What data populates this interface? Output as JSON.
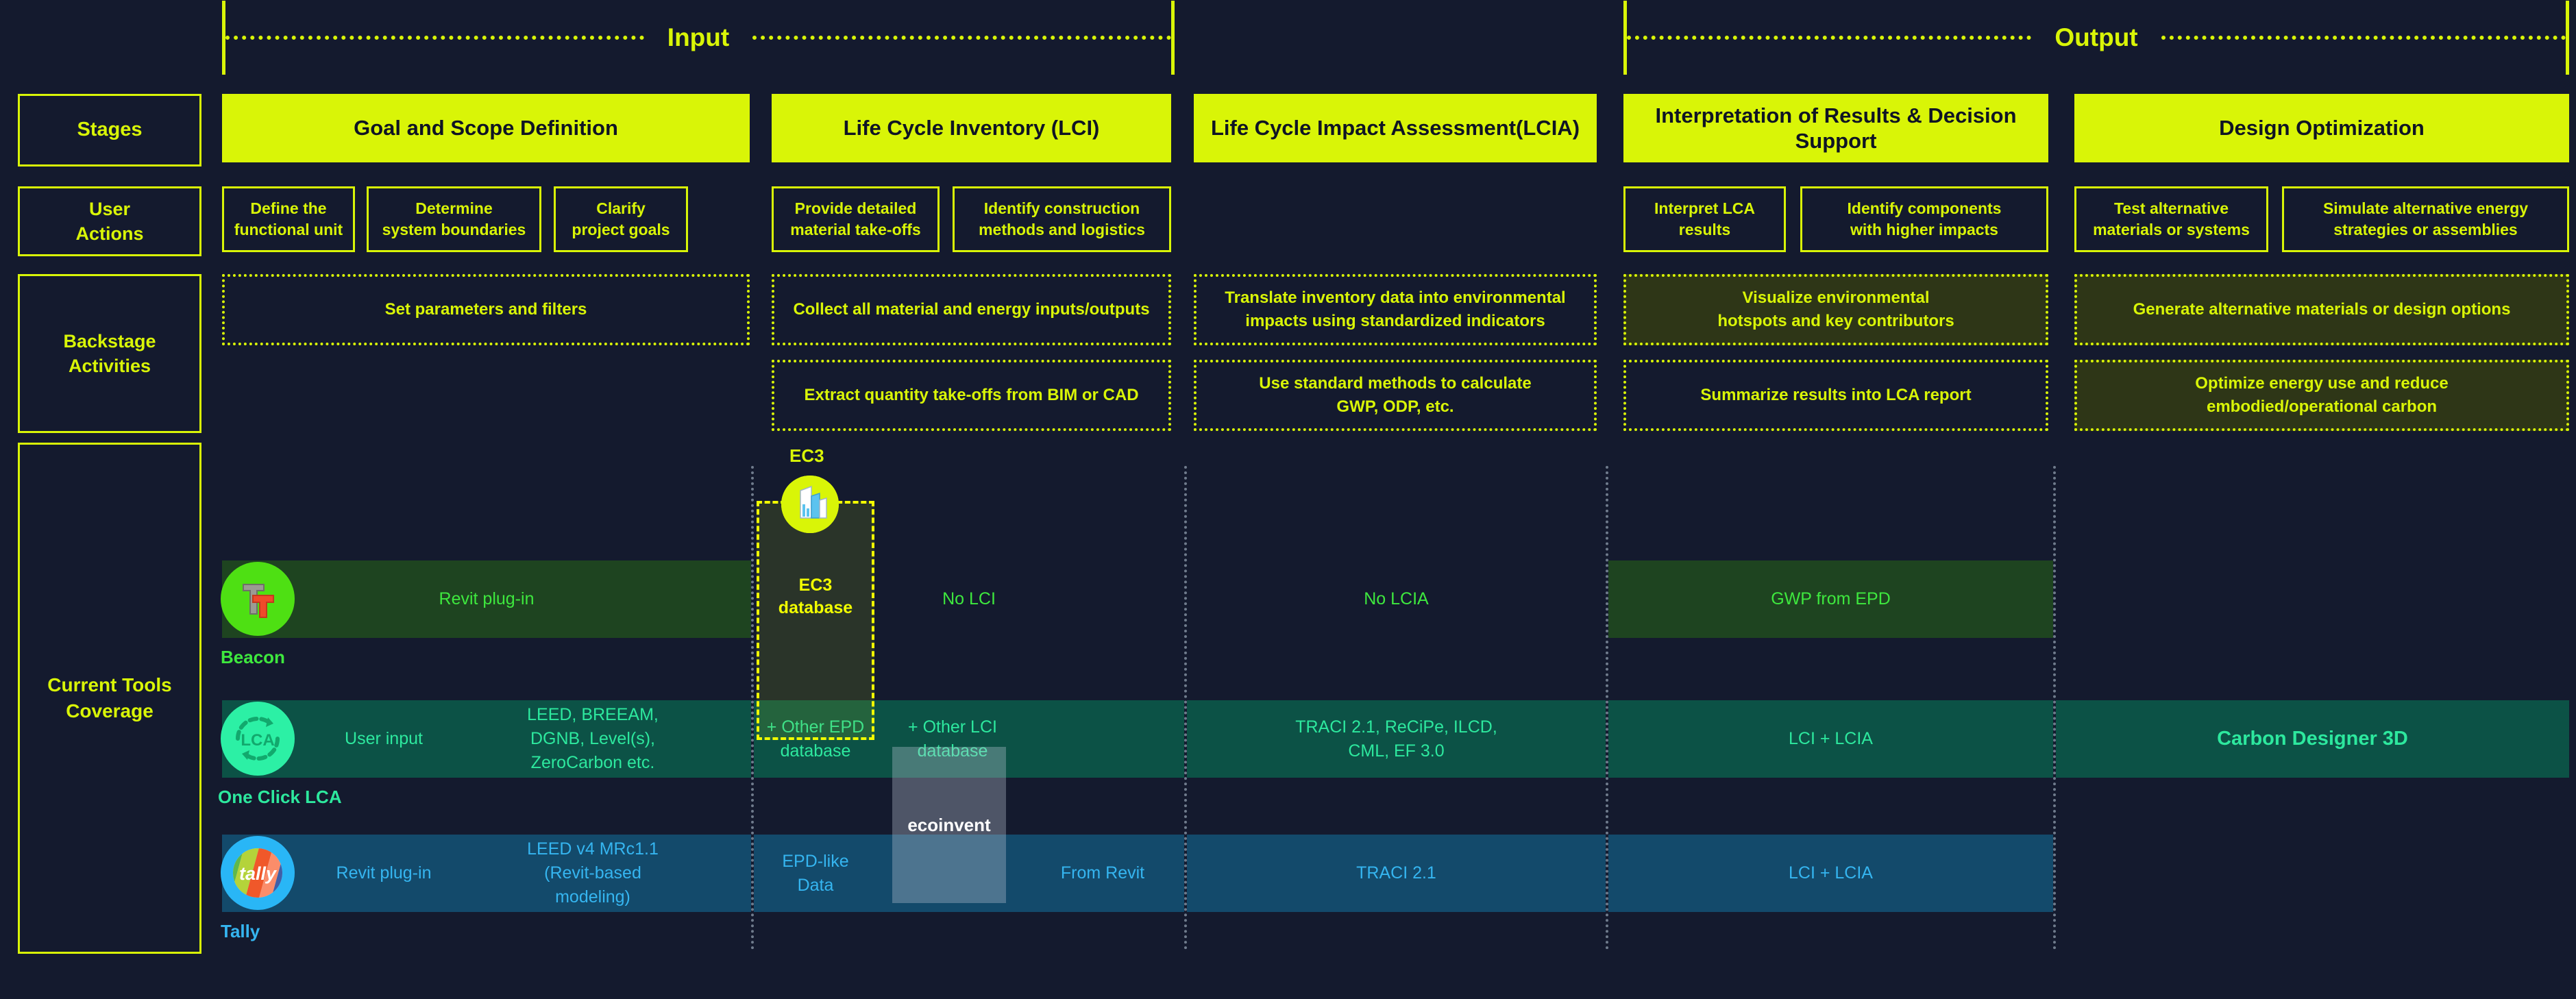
{
  "colors": {
    "background": "#141a2e",
    "accent_yellow": "#d9f507",
    "beacon_green": "#3ee83e",
    "beacon_band": "#1e4420",
    "oneclick_teal": "#2de89e",
    "oneclick_band": "#0c5246",
    "tally_blue": "#35b5f0",
    "tally_band": "#134a6b",
    "ecoinvent_grey": "#bec8d7"
  },
  "rails": [
    {
      "label": "Input"
    },
    {
      "label": "Output"
    }
  ],
  "row_labels": {
    "stages": "Stages",
    "user_actions": "User\nActions",
    "user_actions_l1": "User",
    "user_actions_l2": "Actions",
    "backstage_l1": "Backstage",
    "backstage_l2": "Activities",
    "tools_l1": "Current Tools",
    "tools_l2": "Coverage"
  },
  "stages": [
    {
      "name": "Goal and Scope Definition"
    },
    {
      "name": "Life Cycle Inventory (LCI)"
    },
    {
      "name": "Life Cycle Impact Assessment(LCIA)"
    },
    {
      "name": "Interpretation of Results & Decision Support"
    },
    {
      "name": "Design Optimization"
    }
  ],
  "user_actions": [
    {
      "l1": "Define the",
      "l2": "functional unit"
    },
    {
      "l1": "Determine",
      "l2": "system boundaries"
    },
    {
      "l1": "Clarify",
      "l2": "project goals"
    },
    {
      "l1": "Provide detailed",
      "l2": "material take-offs"
    },
    {
      "l1": "Identify construction",
      "l2": "methods and logistics"
    },
    {
      "l1": "Interpret LCA",
      "l2": "results"
    },
    {
      "l1": "Identify components",
      "l2": "with higher impacts"
    },
    {
      "l1": "Test alternative",
      "l2": "materials or systems"
    },
    {
      "l1": "Simulate alternative energy",
      "l2": "strategies or assemblies"
    }
  ],
  "backstage": [
    {
      "l1": "Set parameters and filters",
      "l2": ""
    },
    {
      "l1": "Collect all material and energy inputs/outputs",
      "l2": ""
    },
    {
      "l1": "Extract quantity take-offs from BIM or CAD",
      "l2": ""
    },
    {
      "l1": "Translate inventory data into environmental",
      "l2": "impacts using standardized indicators"
    },
    {
      "l1": "Use standard methods to calculate",
      "l2": "GWP, ODP, etc."
    },
    {
      "l1": "Visualize environmental",
      "l2": "hotspots and key contributors"
    },
    {
      "l1": "Summarize results into LCA report",
      "l2": ""
    },
    {
      "l1": "Generate alternative materials or design options",
      "l2": ""
    },
    {
      "l1": "Optimize energy use and reduce",
      "l2": "embodied/operational carbon"
    }
  ],
  "ec3": {
    "title": "EC3",
    "db_l1": "EC3",
    "db_l2": "database",
    "icon": "building-icon"
  },
  "ecoinvent": {
    "label": "ecoinvent"
  },
  "tools": {
    "beacon": {
      "name": "Beacon",
      "logo": "beacon-tt-logo",
      "cells": {
        "goal": "Revit plug-in",
        "lci": "No LCI",
        "lcia": "No LCIA",
        "interpretation": "GWP from EPD"
      }
    },
    "oneclick": {
      "name": "One Click LCA",
      "logo": "oneclick-lca-logo",
      "cells": {
        "goal_user_input": "User input",
        "goal_certs_l1": "LEED, BREEAM,",
        "goal_certs_l2": "DGNB, Level(s),",
        "goal_certs_l3": "ZeroCarbon etc.",
        "epd_l1": "+ Other EPD",
        "epd_l2": "database",
        "lci_l1": "+ Other LCI",
        "lci_l2": "database",
        "lcia_l1": "TRACI 2.1, ReCiPe, ILCD,",
        "lcia_l2": "CML, EF 3.0",
        "interpretation": "LCI + LCIA",
        "design": "Carbon Designer 3D"
      }
    },
    "tally": {
      "name": "Tally",
      "logo": "tally-logo",
      "cells": {
        "goal": "Revit plug-in",
        "cert_l1": "LEED v4 MRc1.1",
        "cert_l2": "(Revit-based",
        "cert_l3": "modeling)",
        "epd_l1": "EPD-like",
        "epd_l2": "Data",
        "lci": "From Revit",
        "lcia": "TRACI 2.1",
        "interpretation": "LCI + LCIA"
      }
    }
  }
}
